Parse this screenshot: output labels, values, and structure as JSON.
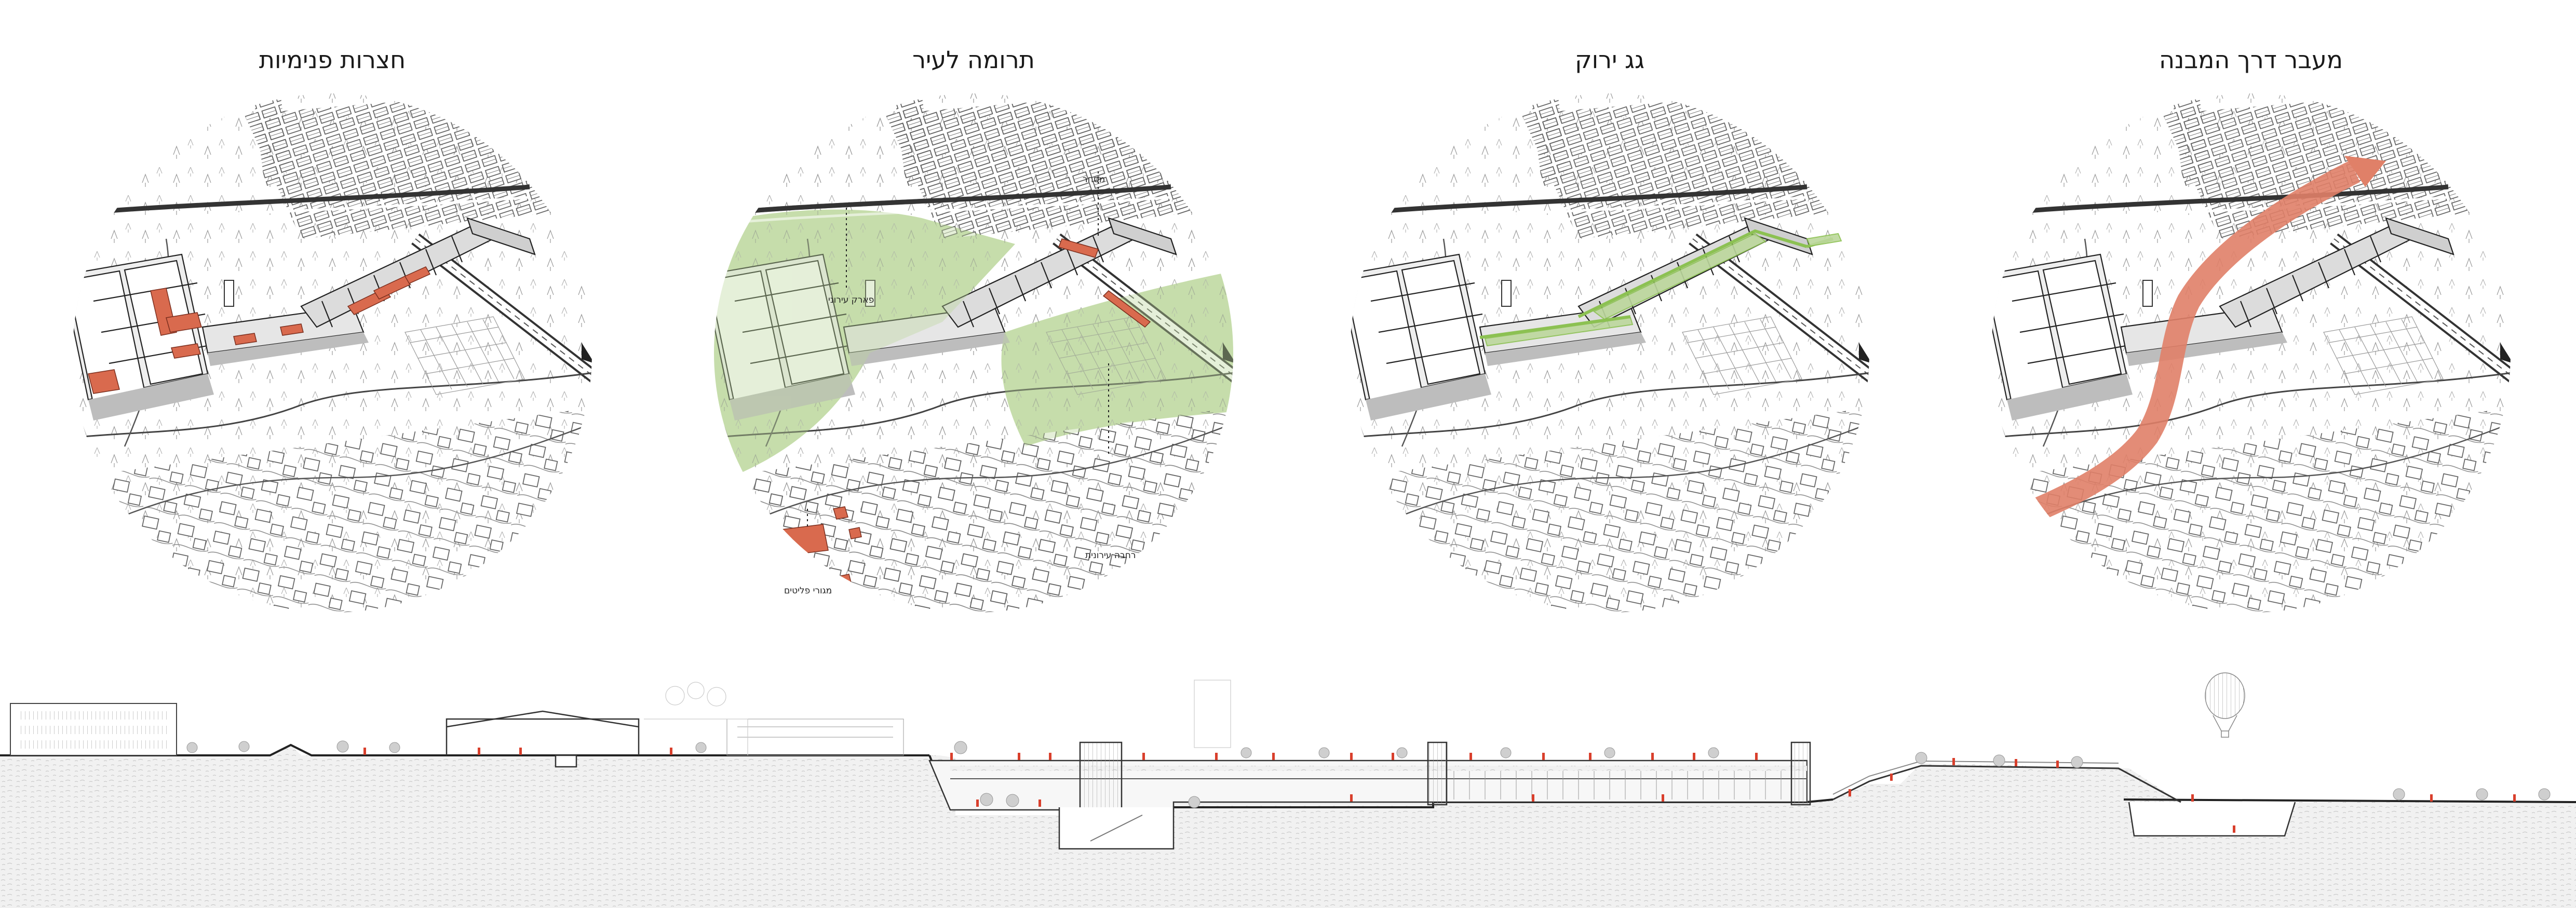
{
  "panels": [
    {
      "title": "חצרות פנימיות"
    },
    {
      "title": "תרומה לעיר",
      "labels": {
        "park": "פארק עירוני",
        "street": "רחבה עירונית",
        "lower": "מגורי פליטים",
        "upper": "מסחר"
      }
    },
    {
      "title": "גג ירוק"
    },
    {
      "title": "מעבר דרך המבנה"
    }
  ],
  "colors": {
    "accent_red": "#d96a4e",
    "green": "#bcd79c",
    "green_line": "#8cc152",
    "arrow_red": "#e08068",
    "line": "#444444",
    "ground_pattern": "#c8c8c8"
  }
}
